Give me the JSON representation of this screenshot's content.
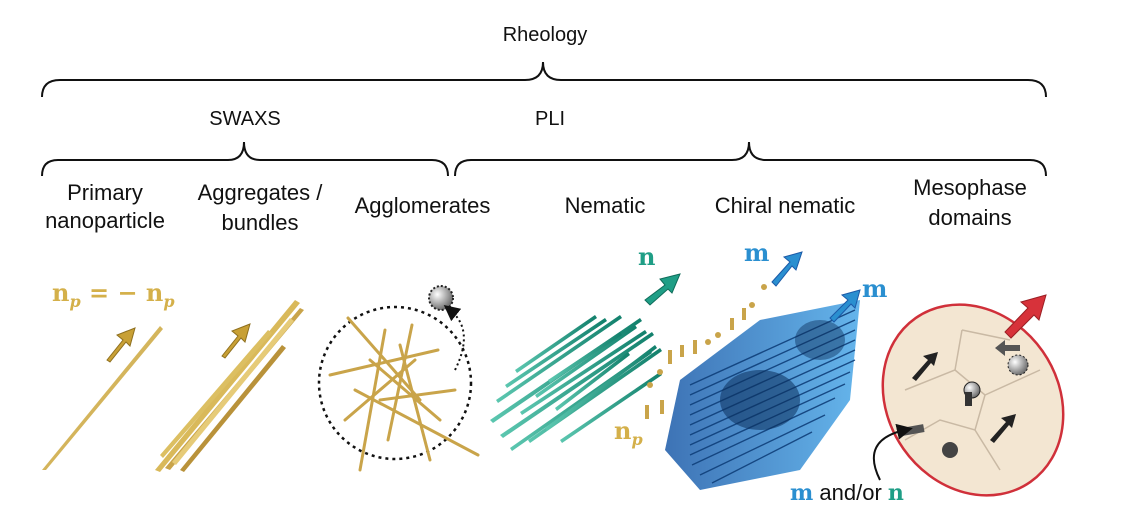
{
  "labels": {
    "rheology": "Rheology",
    "swaxs": "SWAXS",
    "pli": "PLI",
    "primary_line1": "Primary",
    "primary_line2": "nanoparticle",
    "aggregates_line1": "Aggregates /",
    "aggregates_line2": "bundles",
    "agglomerates": "Agglomerates",
    "nematic": "Nematic",
    "chiral_nematic": "Chiral nematic",
    "mesophase_line1": "Mesophase",
    "mesophase_line2": "domains"
  },
  "symbols": {
    "np_eq_left": "n",
    "np_sub": "p",
    "np_eq_mid": " = − n",
    "n_director": "n",
    "m_director": "m",
    "np_nematic": "n",
    "m_andor_m": "m",
    "m_andor_text": " and/or ",
    "m_andor_n": "n"
  },
  "colors": {
    "gold": "#d4b04a",
    "teal": "#1f9e86",
    "blue": "#2a8fd0",
    "domain_fill": "#f3e6d2",
    "domain_stroke": "#d0303a",
    "red_arrow": "#d7323a"
  }
}
